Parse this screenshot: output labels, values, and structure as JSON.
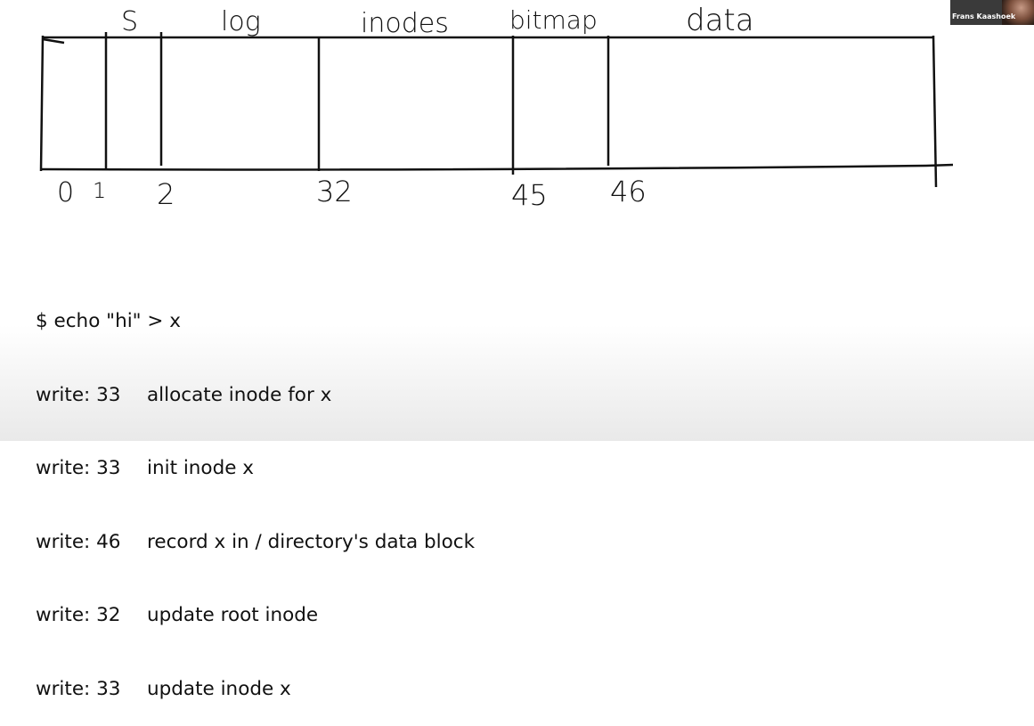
{
  "diagram": {
    "region_labels": {
      "superblock": "S",
      "log": "log",
      "inodes": "inodes",
      "bitmap": "bitmap",
      "data": "data"
    },
    "block_numbers": {
      "b0": "0",
      "b1": "1",
      "b2": "2",
      "b32": "32",
      "b45": "45",
      "b46": "46"
    }
  },
  "log": {
    "command": "$ echo \"hi\" > x",
    "writes": [
      {
        "prefix": "write: 33",
        "desc": "allocate inode for x"
      },
      {
        "prefix": "write: 33",
        "desc": "init inode x"
      },
      {
        "prefix": "write: 46",
        "desc": "record x in / directory's data block"
      },
      {
        "prefix": "write: 32",
        "desc": "update root inode"
      },
      {
        "prefix": "write: 33",
        "desc": "update inode x"
      }
    ]
  },
  "speaker": {
    "name": "Frans Kaashoek"
  }
}
